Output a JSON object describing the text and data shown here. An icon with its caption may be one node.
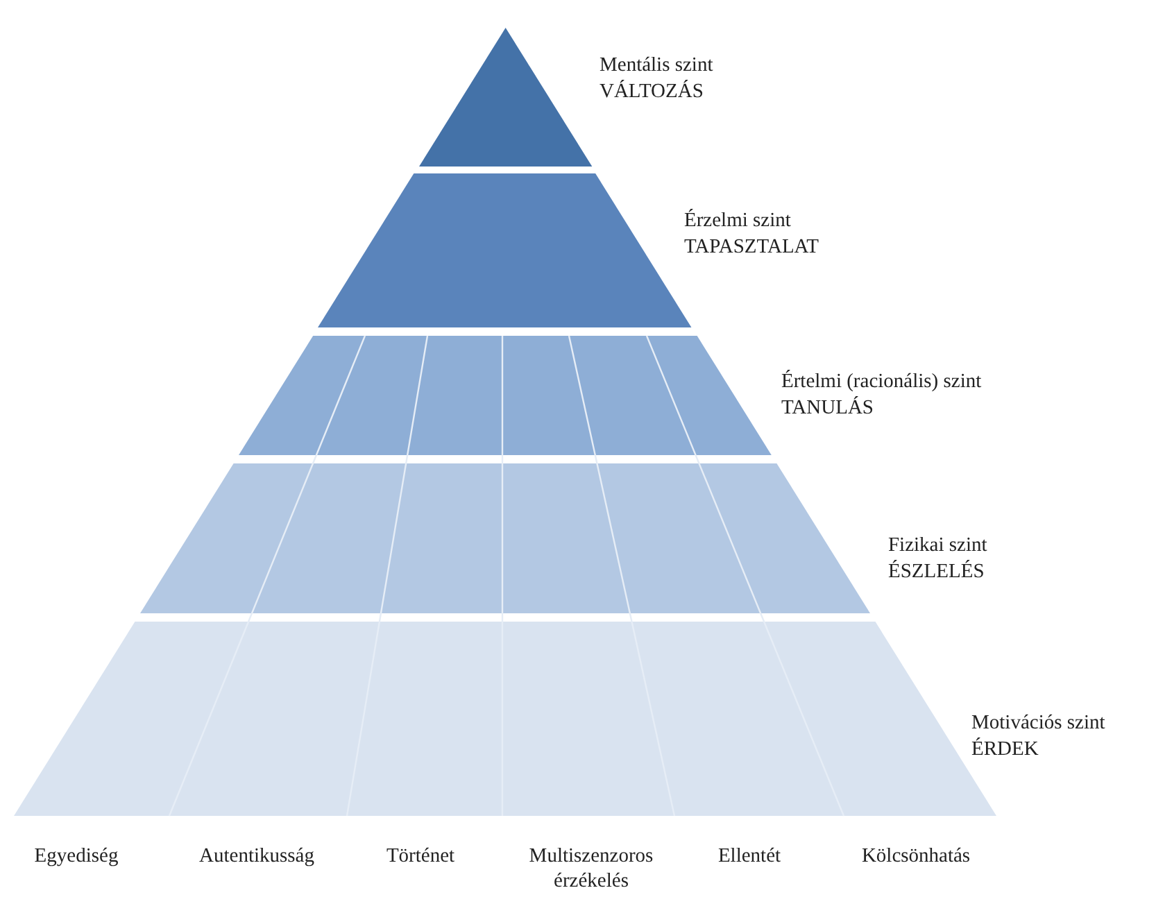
{
  "diagram": {
    "nodes": [
      {
        "text": [
          "Mentális szint",
          "VÁLTOZÁS"
        ]
      },
      {
        "text": [
          "Érzelmi szint",
          "TAPASZTALAT"
        ]
      },
      {
        "text": [
          "Értelmi (racionális) szint",
          "TANULÁS"
        ]
      },
      {
        "text": [
          "Fizikai szint",
          "ÉSZLELÉS"
        ]
      },
      {
        "text": [
          "Motivációs szint",
          "ÉRDEK"
        ]
      }
    ],
    "labels": [
      "Egyediség",
      "Autentikusság",
      "Történet",
      "Multiszenzoros érzékelés",
      "Ellentét",
      "Kölcsönhatás"
    ]
  }
}
